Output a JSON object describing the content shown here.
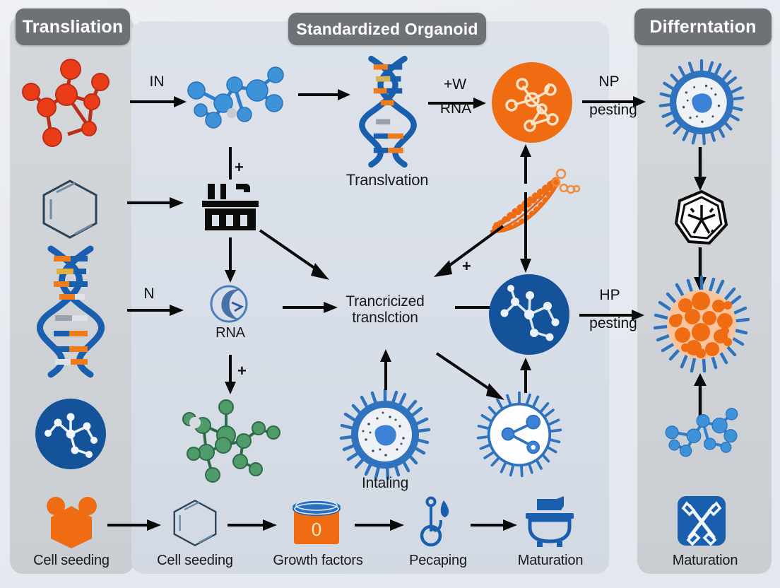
{
  "panels": [
    {
      "id": "translation",
      "title": "Transliation"
    },
    {
      "id": "standardized_organoid",
      "title": "Standardized Organoid"
    },
    {
      "id": "differentiation",
      "title": "Differntation"
    }
  ],
  "colors": {
    "orange": "#ef6c12",
    "orange_light": "#f9c39a",
    "blue_dark": "#14539a",
    "blue_mid": "#2f7fd1",
    "blue_node": "#3d92d8",
    "red": "#e8401f",
    "green": "#4f9b6a",
    "panel_side": "#cfd3d7",
    "panel_mid": "#d8dee7",
    "tab_gray": "#6e7175",
    "arrow": "#0a0a0a",
    "page_bg": "#e7eaf0"
  },
  "left_column": {
    "icons": [
      {
        "name": "red-molecule-icon",
        "label": ""
      },
      {
        "name": "benzene-ring-icon",
        "label": ""
      },
      {
        "name": "dna-helix-icon",
        "label": ""
      },
      {
        "name": "blue-circle-molecule-icon",
        "label": ""
      },
      {
        "name": "orange-cell-cluster-icon",
        "label": "Cell seeding"
      }
    ]
  },
  "middle": {
    "arrow_labels": [
      {
        "name": "arrow-label-in",
        "text": "IN"
      },
      {
        "name": "arrow-label-n",
        "text": "N"
      },
      {
        "name": "arrow-label-w-rna-top",
        "text": "+W"
      },
      {
        "name": "arrow-label-w-rna-bottom",
        "text": "RNA"
      }
    ],
    "plus_signs": [
      "+",
      "+",
      "+"
    ],
    "captions": [
      {
        "name": "caption-translvation",
        "text": "Translvation"
      },
      {
        "name": "caption-rna",
        "text": "RNA"
      },
      {
        "name": "caption-transcription-line1",
        "text": "Trancricized"
      },
      {
        "name": "caption-transcription-line2",
        "text": "translction"
      },
      {
        "name": "caption-intaling",
        "text": "Intaling"
      }
    ],
    "bottom_row": [
      {
        "name": "benzene-ring-icon",
        "label": "Cell seeding"
      },
      {
        "name": "growth-factor-jar-icon",
        "label": "Growth factors",
        "badge": "0"
      },
      {
        "name": "hook-pipette-icon",
        "label": "Pecaping"
      },
      {
        "name": "bioreactor-icon",
        "label": "Maturation"
      }
    ],
    "icons": [
      {
        "name": "blue-molecule-icon"
      },
      {
        "name": "dna-helix-icon"
      },
      {
        "name": "barcode-printer-icon"
      },
      {
        "name": "rna-swirl-icon"
      },
      {
        "name": "green-molecule-icon"
      },
      {
        "name": "orange-circle-molecule-icon"
      },
      {
        "name": "orange-spiral-fiber-icon"
      },
      {
        "name": "blue-circle-molecule-icon"
      },
      {
        "name": "virus-cell-nucleus-icon"
      },
      {
        "name": "virus-cell-network-icon"
      }
    ]
  },
  "right_column": {
    "arrow_labels": [
      {
        "name": "arrow-label-np-top",
        "text": "NP"
      },
      {
        "name": "arrow-label-np-bottom",
        "text": "pesting"
      },
      {
        "name": "arrow-label-hp-top",
        "text": "HP"
      },
      {
        "name": "arrow-label-hp-bottom",
        "text": "pesting"
      }
    ],
    "icons": [
      {
        "name": "virus-cell-nucleus-icon",
        "label": ""
      },
      {
        "name": "capsid-polygon-icon",
        "label": ""
      },
      {
        "name": "virus-cell-filled-icon",
        "label": ""
      },
      {
        "name": "blue-molecule-icon",
        "label": ""
      },
      {
        "name": "crossed-tools-icon",
        "label": "Maturation"
      }
    ]
  }
}
